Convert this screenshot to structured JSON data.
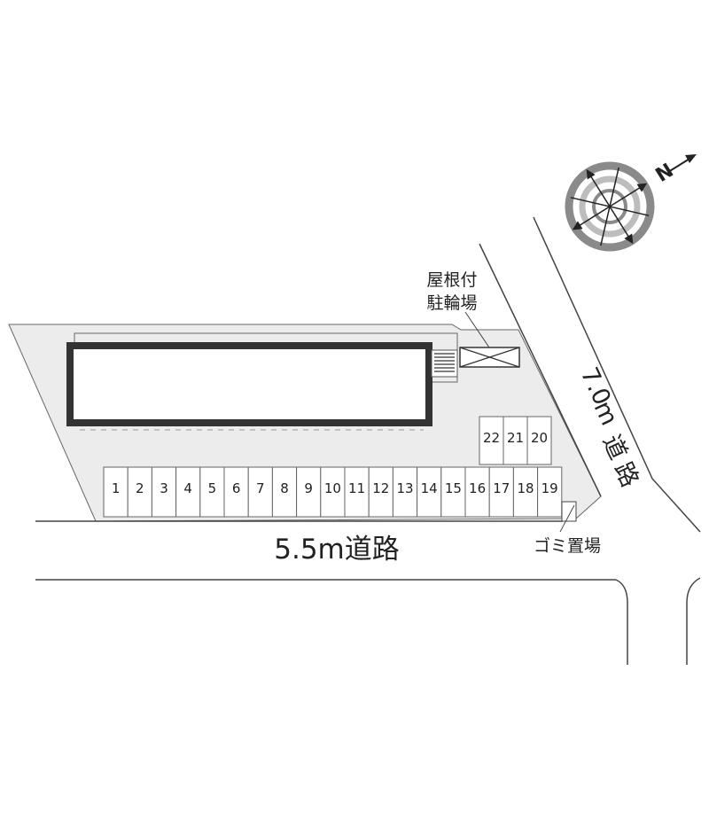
{
  "labels": {
    "bike_parking_line1": "屋根付",
    "bike_parking_line2": "駐輪場",
    "road_bottom": "5.5m道路",
    "road_right_distance": "7.0",
    "road_right_unit": "m",
    "road_right_char1": "道",
    "road_right_char2": "路",
    "garbage": "ゴミ置場",
    "north": "N"
  },
  "parking_bottom": [
    "1",
    "2",
    "3",
    "4",
    "5",
    "6",
    "7",
    "8",
    "9",
    "10",
    "11",
    "12",
    "13",
    "14",
    "15",
    "16",
    "17",
    "18",
    "19"
  ],
  "parking_right": [
    "22",
    "21",
    "20"
  ],
  "icons": {
    "compass": "compass-icon",
    "bike_shelter": "bike-shelter-icon",
    "stairs": "stairs-icon"
  },
  "colors": {
    "lot_fill": "#ececec",
    "building_border": "#333333",
    "compass_ring": "#8a8a8a"
  }
}
